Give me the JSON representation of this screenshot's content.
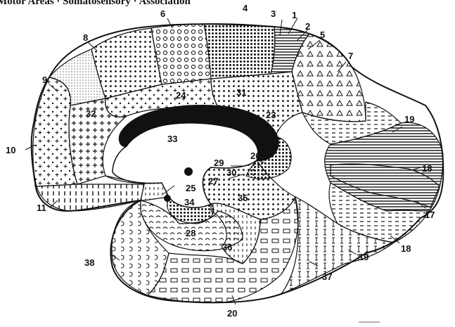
{
  "top_text": "Motor Areas · Somatosensory · Association",
  "labels": [
    {
      "key": "1",
      "text": "1"
    },
    {
      "key": "2",
      "text": "2"
    },
    {
      "key": "3",
      "text": "3"
    },
    {
      "key": "4",
      "text": "4"
    },
    {
      "key": "5",
      "text": "5"
    },
    {
      "key": "6",
      "text": "6"
    },
    {
      "key": "7",
      "text": "7"
    },
    {
      "key": "8",
      "text": "8"
    },
    {
      "key": "9",
      "text": "9"
    },
    {
      "key": "10",
      "text": "10"
    },
    {
      "key": "11",
      "text": "11"
    },
    {
      "key": "17",
      "text": "17"
    },
    {
      "key": "18a",
      "text": "18"
    },
    {
      "key": "18b",
      "text": "18"
    },
    {
      "key": "19a",
      "text": "19"
    },
    {
      "key": "19b",
      "text": "19"
    },
    {
      "key": "20",
      "text": "20"
    },
    {
      "key": "23",
      "text": "23"
    },
    {
      "key": "24",
      "text": "24"
    },
    {
      "key": "25",
      "text": "25"
    },
    {
      "key": "26",
      "text": "26"
    },
    {
      "key": "27",
      "text": "27"
    },
    {
      "key": "28",
      "text": "28"
    },
    {
      "key": "29",
      "text": "29"
    },
    {
      "key": "30",
      "text": "30"
    },
    {
      "key": "31",
      "text": "31"
    },
    {
      "key": "32",
      "text": "32"
    },
    {
      "key": "33",
      "text": "33"
    },
    {
      "key": "34",
      "text": "34"
    },
    {
      "key": "35",
      "text": "35"
    },
    {
      "key": "36",
      "text": "36"
    },
    {
      "key": "37",
      "text": "37"
    },
    {
      "key": "38",
      "text": "38"
    }
  ]
}
